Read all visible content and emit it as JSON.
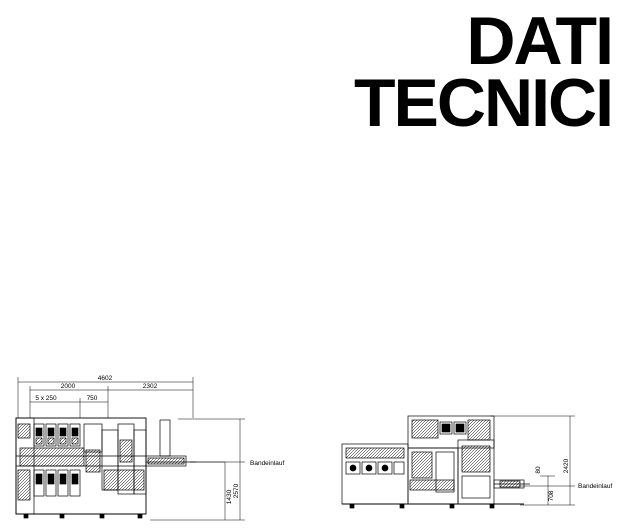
{
  "title": {
    "line1": "DATI",
    "line2": "TECNICI"
  },
  "drawing_left": {
    "dim_total": "4602",
    "dim_left": "2000",
    "dim_right": "2302",
    "dim_stations": "5 x 250",
    "dim_gap": "750",
    "label_infeed": "Bandeinlauf",
    "dim_height_infeed": "1430",
    "dim_height_total": "2570"
  },
  "drawing_right": {
    "label_infeed": "Bandeinlauf",
    "dim_height_total": "2420",
    "dim_offset": "80",
    "dim_height_infeed": "708"
  }
}
